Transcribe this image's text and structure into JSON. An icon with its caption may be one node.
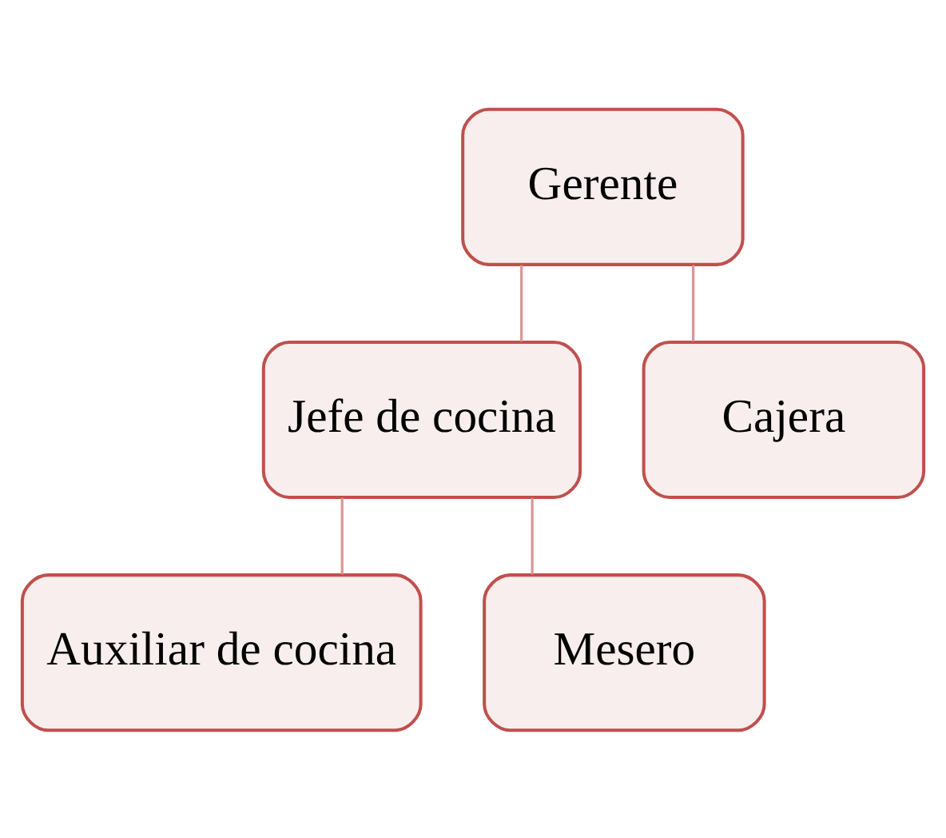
{
  "diagram": {
    "nodes": [
      {
        "text": [
          "Gerente"
        ]
      },
      {
        "text": [
          "Jefe de cocina"
        ]
      },
      {
        "text": [
          "Cajera"
        ]
      },
      {
        "text": [
          "Auxiliar de cocina"
        ]
      },
      {
        "text": [
          "Mesero"
        ]
      }
    ],
    "edges": [
      {
        "from": 0,
        "to": 1,
        "arrow": "none"
      },
      {
        "from": 0,
        "to": 2,
        "arrow": "none"
      },
      {
        "from": 1,
        "to": 3,
        "arrow": "none"
      },
      {
        "from": 1,
        "to": 4,
        "arrow": "none"
      }
    ]
  }
}
